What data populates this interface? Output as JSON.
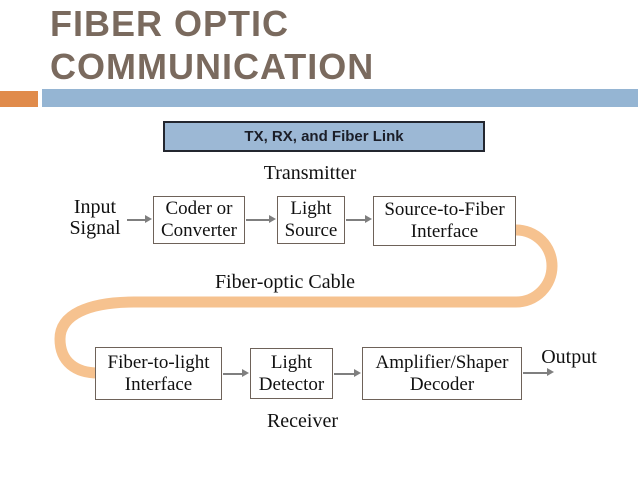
{
  "slide": {
    "title_line1": "FIBER OPTIC",
    "title_line2": "COMMUNICATION",
    "banner": "TX, RX, and Fiber Link"
  },
  "colors": {
    "title_text": "#7a6a5e",
    "accent_orange": "#e08b4b",
    "accent_blue": "#95b5d3",
    "banner_fill": "#9cb8d5",
    "banner_border": "#23262f",
    "cable": "#f6c28f",
    "box_border": "#6e6259",
    "arrow": "#7f7f7f",
    "diagram_text": "#111111"
  },
  "diagram": {
    "labels": {
      "transmitter": "Transmitter",
      "receiver": "Receiver",
      "cable": "Fiber-optic Cable"
    },
    "io": {
      "input_line1": "Input",
      "input_line2": "Signal",
      "output": "Output"
    },
    "boxes": {
      "coder": {
        "line1": "Coder or",
        "line2": "Converter"
      },
      "light_source": {
        "line1": "Light",
        "line2": "Source"
      },
      "source_to_fiber": {
        "line1": "Source-to-Fiber",
        "line2": "Interface"
      },
      "fiber_to_light": {
        "line1": "Fiber-to-light",
        "line2": "Interface"
      },
      "light_detector": {
        "line1": "Light",
        "line2": "Detector"
      },
      "amplifier": {
        "line1": "Amplifier/Shaper",
        "line2": "Decoder"
      }
    }
  }
}
